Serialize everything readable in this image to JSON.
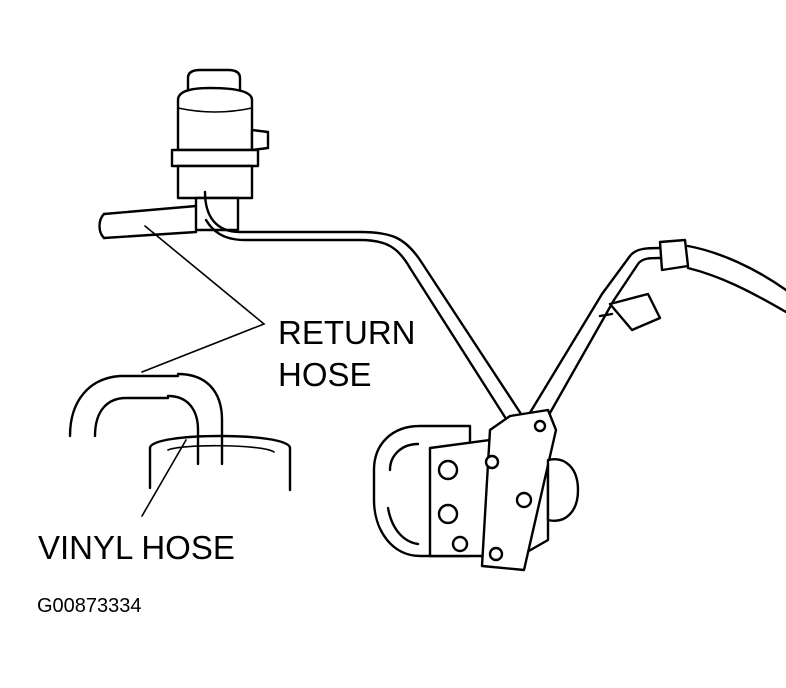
{
  "labels": {
    "return_hose_line1": "RETURN",
    "return_hose_line2": "HOSE",
    "vinyl_hose": "VINYL HOSE"
  },
  "figure_id": "G00873334",
  "colors": {
    "ink": "#000000",
    "background": "#ffffff"
  }
}
